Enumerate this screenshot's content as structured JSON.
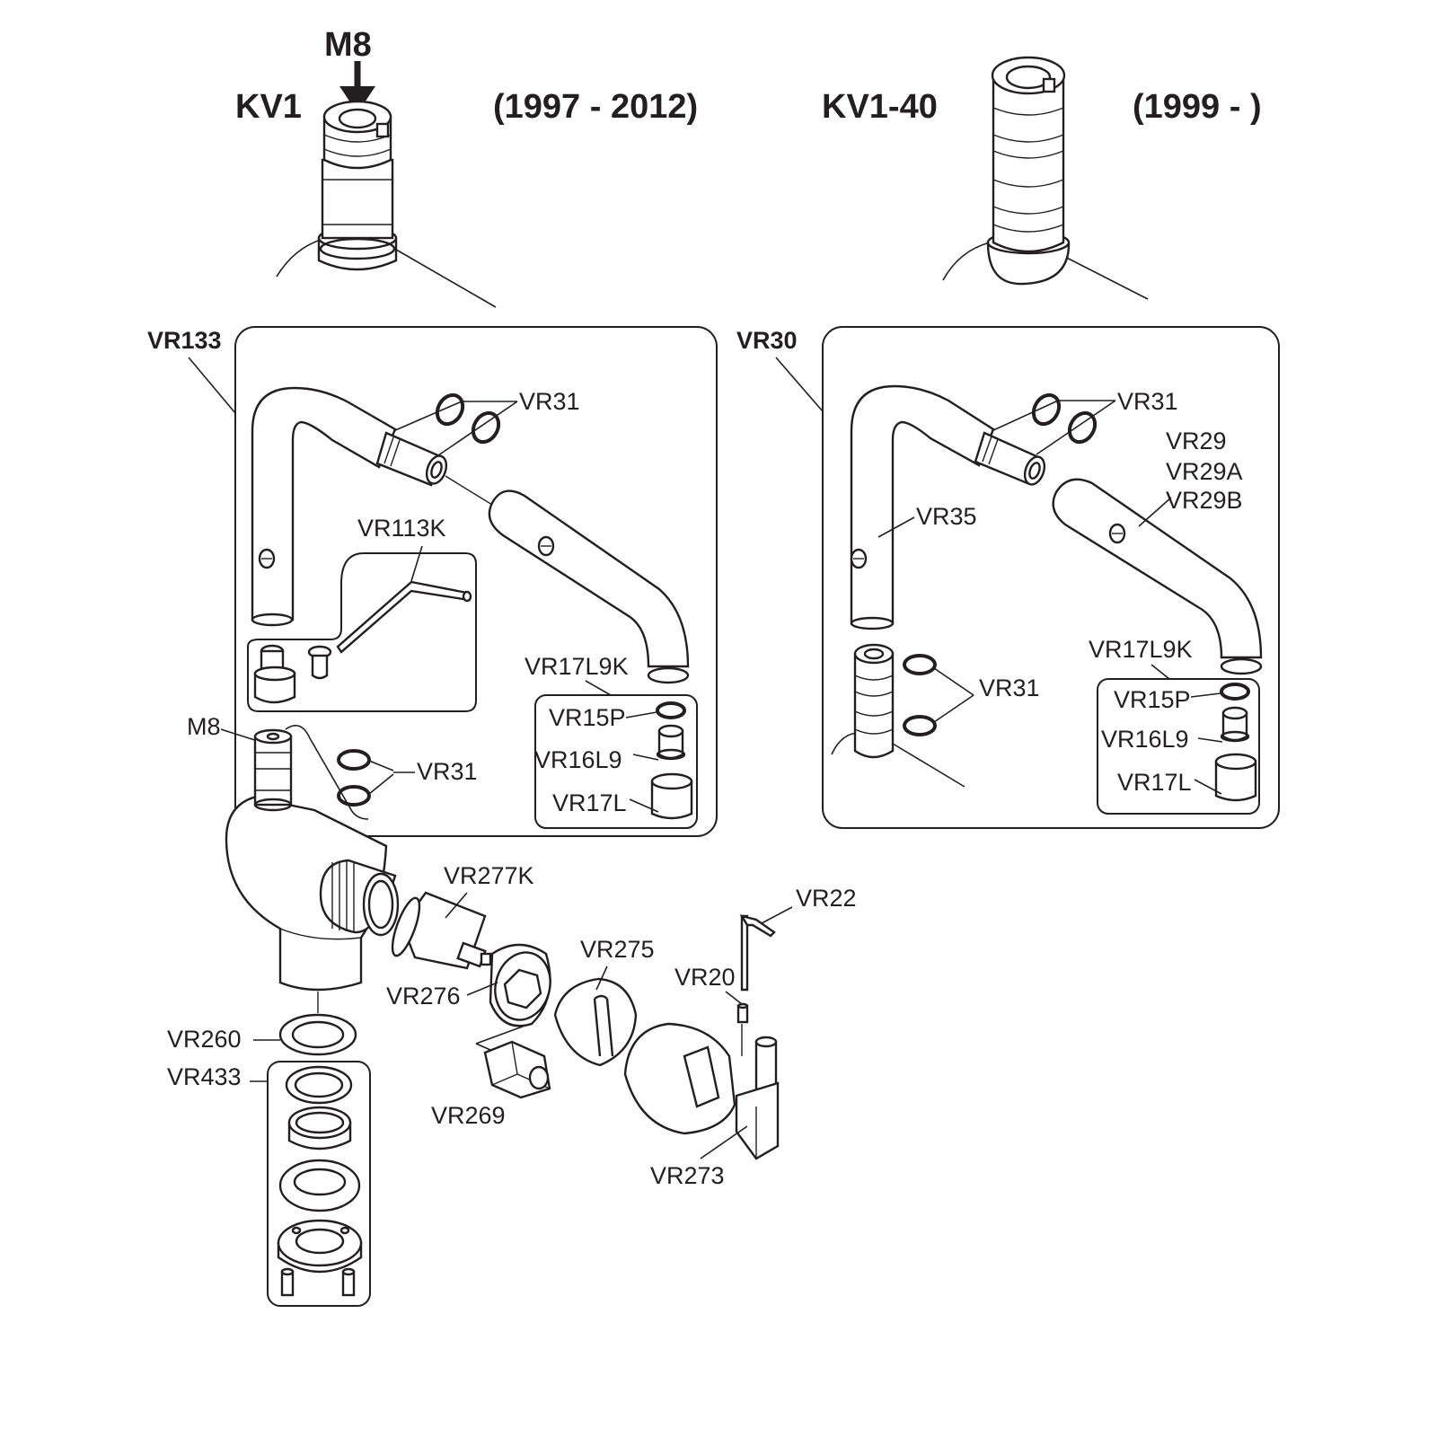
{
  "headers": {
    "kv1": "KV1",
    "kv1_years": "(1997 - 2012)",
    "kv1_thread": "M8",
    "kv140": "KV1-40",
    "kv140_years": "(1999 - )"
  },
  "left_assembly": {
    "kit": "VR133",
    "spout_rings": "VR31",
    "hex_key_kit": "VR113K",
    "aerator_kit": "VR17L9K",
    "washer": "VR15P",
    "aerator": "VR16L9",
    "aerator_sleeve": "VR17L",
    "thread": "M8",
    "body_rings": "VR31"
  },
  "right_assembly": {
    "kit": "VR30",
    "spout_rings": "VR31",
    "spout_options": [
      "VR29",
      "VR29A",
      "VR29B"
    ],
    "upper_spout": "VR35",
    "aerator_kit": "VR17L9K",
    "washer": "VR15P",
    "aerator": "VR16L9",
    "aerator_sleeve": "VR17L",
    "lower_rings": "VR31"
  },
  "mixer_parts": {
    "cartridge_kit": "VR277K",
    "key": "VR22",
    "nut": "VR276",
    "cover": "VR275",
    "screw": "VR20",
    "gasket": "VR260",
    "mounting_kit": "VR433",
    "hex_adapter": "VR269",
    "handle": "VR273"
  }
}
